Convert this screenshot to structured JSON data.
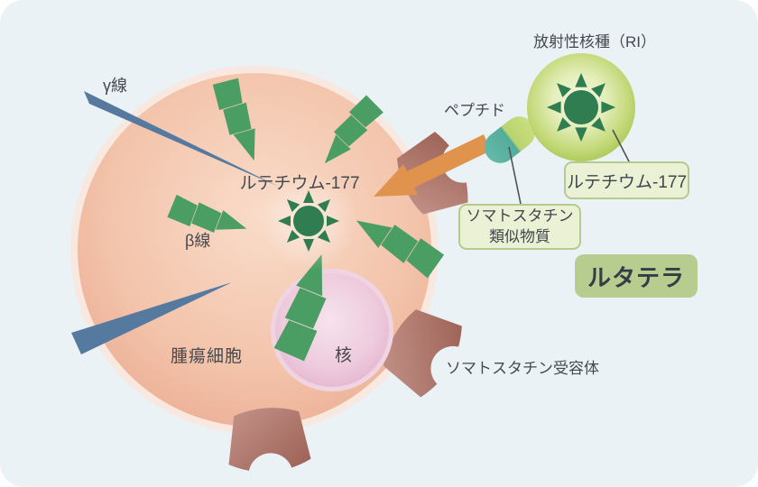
{
  "labels": {
    "radionuclide": "放射性核種（RI）",
    "peptide": "ペプチド",
    "gamma_ray": "γ線",
    "beta_ray": "β線",
    "lutetium_in_cell": "ルテチウム-177",
    "tumor_cell": "腫瘍細胞",
    "nucleus": "核",
    "somatostatin_receptor": "ソマトスタチン受容体"
  },
  "callouts": {
    "lutetium_box": "ルテチウム-177",
    "analog_box_line1": "ソマトスタチン",
    "analog_box_line2": "類似物質",
    "product_box": "ルタテラ"
  },
  "icons": {
    "radiation_source": "sunburst-icon",
    "beta_radiation": "lightning-bolt-icon",
    "gamma_radiation": "tapered-beam-icon",
    "receptor": "receptor-claw-icon",
    "binding": "arrow-icon",
    "drug_ligand": "capsule-icon"
  },
  "colors": {
    "background": "#eaf2f5",
    "cell_center": "#f9dcc9",
    "cell_edge": "#e7a389",
    "cell_halo": "#f8e8df",
    "nucleus_center": "#f6e3ed",
    "nucleus_edge": "#dfa9c8",
    "bolt_green": "#4a9e63",
    "sun_green": "#2f7d51",
    "beam_blue": "#567a9f",
    "receptor_light": "#c4938a",
    "receptor_dark": "#9c6054",
    "arrow_orange": "#e0934d",
    "capsule_teal": "#5bb2a0",
    "capsule_green": "#c4db7c",
    "ball_center": "#f5f8e2",
    "ball_edge": "#a2c44f",
    "callout_bg": "#eaf1d4",
    "callout_border": "#b5cb8d",
    "product_bg": "#b7cd90",
    "text": "#45494f"
  }
}
